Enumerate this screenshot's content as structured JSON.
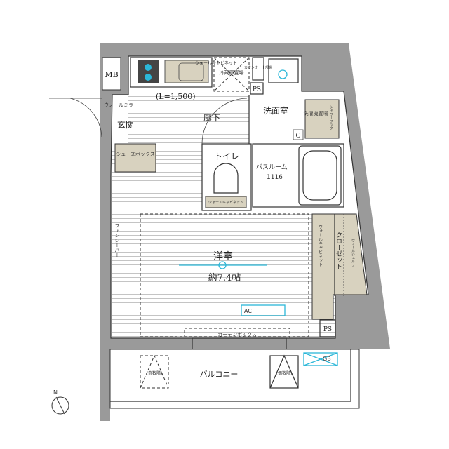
{
  "plan": {
    "mb": "MB",
    "counter_length": "(L=1,500)",
    "wall_mirror": "ウォールミラー",
    "entrance": "玄関",
    "shoe_box": "シューズボックス",
    "corridor": "廊下",
    "fridge_space": "冷蔵庫置場",
    "counter_shelf": "カウンター上部棚",
    "wall_cabinet_kitchen": "ウォールキャビネット",
    "ps_top": "PS",
    "washroom": "洗面室",
    "washer_space": "洗濯機置場",
    "shower_fixture": "シャワーフック",
    "c_mark": "C",
    "toilet": "トイレ",
    "wall_cabinet_toilet": "ウォールキャビネット",
    "bathroom": "バスルーム",
    "bathroom_size": "1116",
    "western_room": "洋室",
    "room_size": "約7.4帖",
    "fancy_bar": "ファンシーバー",
    "closet": "クローゼット",
    "wall_cabinet_closet": "ウォールキャビネット",
    "wall_shelf": "ウォールシェルフ",
    "ac": "AC",
    "curtain_box": "カーテンボックス",
    "ps_bottom": "PS",
    "balcony": "バルコニー",
    "odd_floor": "(奇数階)",
    "even_floor": "(偶数階)",
    "gb": "GB",
    "north": "N"
  }
}
